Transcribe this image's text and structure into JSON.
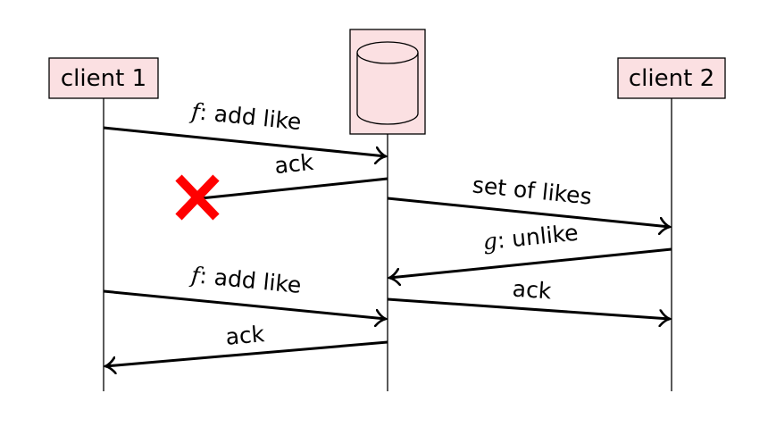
{
  "participants": {
    "client1": {
      "label": "client 1"
    },
    "server": {
      "label": "",
      "icon": "database-icon"
    },
    "client2": {
      "label": "client 2"
    }
  },
  "messages": [
    {
      "id": "m1",
      "var": "f",
      "sep": ":",
      "text": " add like",
      "from": "client1",
      "to": "server",
      "lost": false
    },
    {
      "id": "m2",
      "var": "",
      "sep": "",
      "text": "ack",
      "from": "server",
      "to": "client1",
      "lost": true
    },
    {
      "id": "m3",
      "var": "",
      "sep": "",
      "text": "set of likes",
      "from": "server",
      "to": "client2",
      "lost": false
    },
    {
      "id": "m4",
      "var": "g",
      "sep": ":",
      "text": " unlike",
      "from": "client2",
      "to": "server",
      "lost": false
    },
    {
      "id": "m5",
      "var": "f",
      "sep": ":",
      "text": " add like",
      "from": "client1",
      "to": "server",
      "lost": false
    },
    {
      "id": "m6",
      "var": "",
      "sep": "",
      "text": "ack",
      "from": "server",
      "to": "client2",
      "lost": false
    },
    {
      "id": "m7",
      "var": "",
      "sep": "",
      "text": "ack",
      "from": "server",
      "to": "client1",
      "lost": false
    }
  ],
  "colors": {
    "box_fill": "#fbe0e2",
    "lost_marker": "#ff0000",
    "line": "#000000"
  },
  "icons": {
    "lost_marker": "cross-icon",
    "server": "database-icon"
  }
}
